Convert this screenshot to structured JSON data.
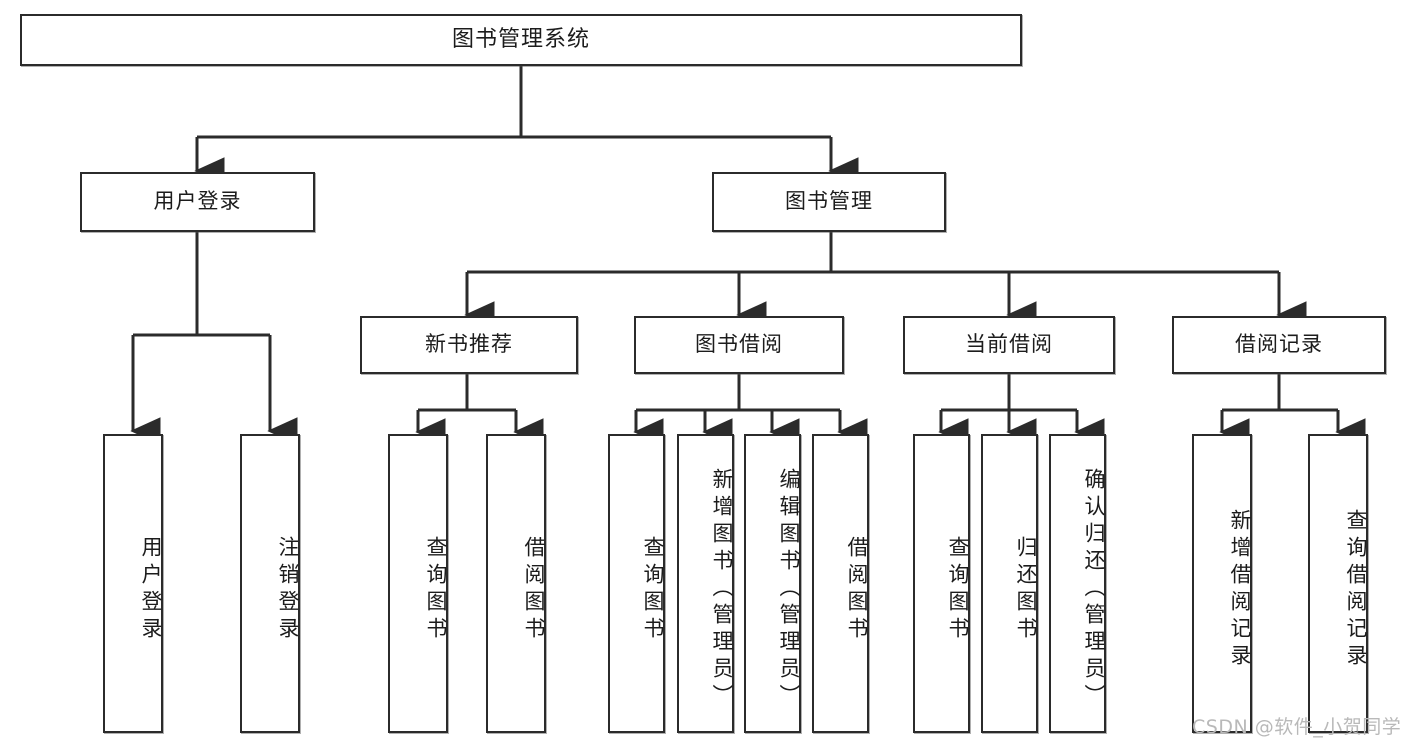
{
  "diagram": {
    "title": "图书管理系统",
    "type": "hierarchy-tree",
    "line_color": "#2b2b2b",
    "box_fill": "#ffffff",
    "text_color": "#1c1c1c",
    "root": {
      "label": "图书管理系统"
    },
    "level2": [
      {
        "label": "用户登录"
      },
      {
        "label": "图书管理"
      }
    ],
    "level3": [
      {
        "label": "新书推荐"
      },
      {
        "label": "图书借阅"
      },
      {
        "label": "当前借阅"
      },
      {
        "label": "借阅记录"
      }
    ],
    "leaves": {
      "user_login": [
        {
          "label": "用户登录"
        },
        {
          "label": "注销登录"
        }
      ],
      "new_book_recommend": [
        {
          "label": "查询图书"
        },
        {
          "label": "借阅图书"
        }
      ],
      "book_borrow": [
        {
          "label": "查询图书"
        },
        {
          "label": "新增图书（管理员）"
        },
        {
          "label": "编辑图书（管理员）"
        },
        {
          "label": "借阅图书"
        }
      ],
      "current_borrow": [
        {
          "label": "查询图书"
        },
        {
          "label": "归还图书"
        },
        {
          "label": "确认归还（管理员）"
        }
      ],
      "borrow_record": [
        {
          "label": "新增借阅记录"
        },
        {
          "label": "查询借阅记录"
        }
      ]
    }
  },
  "watermark": {
    "text": "CSDN @软件_小贺同学",
    "color": "#b9b9b9"
  }
}
